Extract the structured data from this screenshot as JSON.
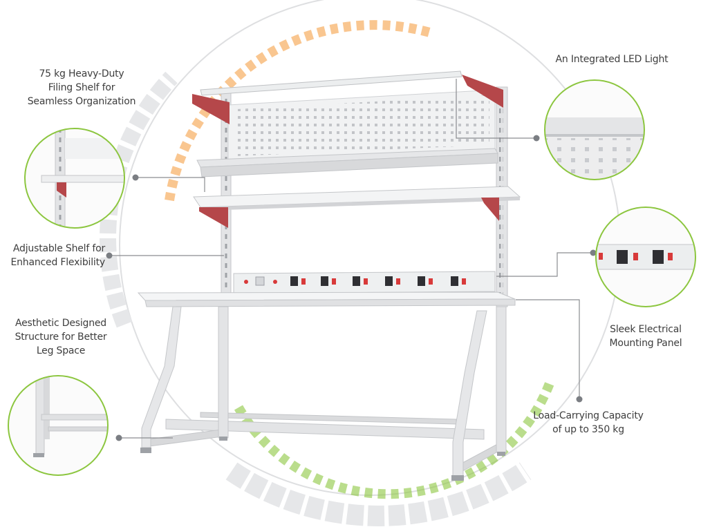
{
  "callouts": {
    "filing_shelf": [
      "75 kg Heavy-Duty",
      "Filing Shelf for",
      "Seamless Organization"
    ],
    "led_light": [
      "An Integrated LED Light"
    ],
    "adjustable_shelf": [
      "Adjustable Shelf for",
      "Enhanced Flexibility"
    ],
    "electrical_panel": [
      "Sleek Electrical",
      "Mounting Panel"
    ],
    "leg_structure": [
      "Aesthetic Designed",
      "Structure for Better",
      "Leg Space"
    ],
    "load_capacity": [
      "Load-Carrying Capacity",
      "of up to 350 kg"
    ]
  },
  "colors": {
    "accent_green": "#8cc63f",
    "accent_orange": "#f7b36b",
    "bracket_red": "#b5474a",
    "frame_gray": "#d9dadc",
    "deco_gray": "#e6e7e9"
  },
  "icons": {
    "power_socket": "power-socket-icon",
    "rocker_switch": "rocker-switch-icon"
  }
}
